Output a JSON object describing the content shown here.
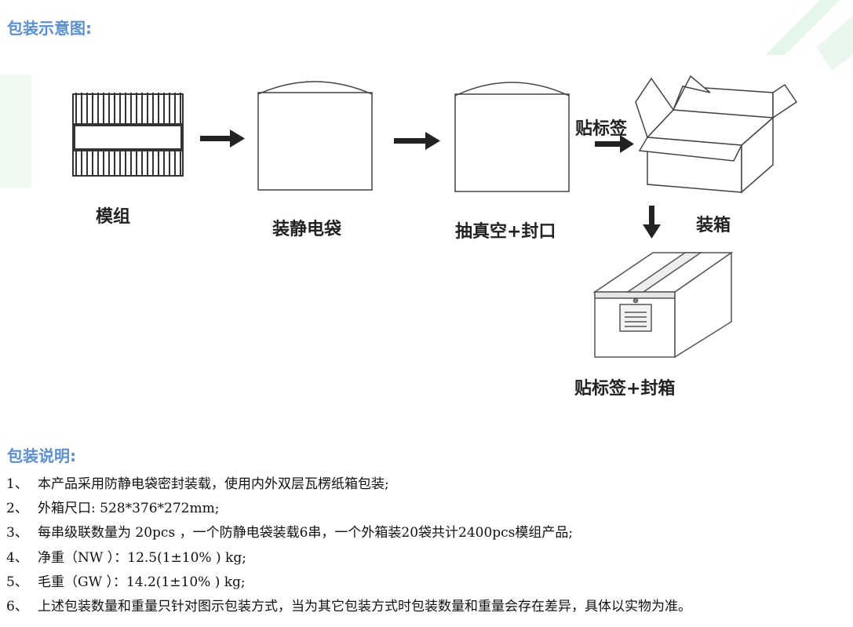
{
  "header": {
    "title": "包装示意图:"
  },
  "diagram": {
    "steps": {
      "module": "模组",
      "static_bag": "装静电袋",
      "vacuum_seal": "抽真空+封口",
      "label_top": "贴标签",
      "boxing": "装箱",
      "label_seal_box": "贴标签+封箱"
    }
  },
  "notes": {
    "title": "包装说明:",
    "items": [
      {
        "num": "1、",
        "text": "本产品采用防静电袋密封装载，使用内外双层瓦楞纸箱包装;"
      },
      {
        "num": "2、",
        "text": "外箱尺口: 528*376*272mm;"
      },
      {
        "num": "3、",
        "text": "每串级联数量为 20pcs ，一个防静电袋装载6串，一个外箱装20袋共计2400pcs模组产品;"
      },
      {
        "num": "4、",
        "text": "净重（NW ）：12.5(1±10% ) kg;"
      },
      {
        "num": "5、",
        "text": "毛重（GW ）：14.2(1±10% ) kg;"
      },
      {
        "num": "6、",
        "text": "上述包装数量和重量只针对图示包装方式，当为其它包装方式时包装数量和重量会存在差异，具体以实物为准。"
      }
    ]
  },
  "colors": {
    "title": "#5b8fd0",
    "accent_green": "#d9f3e1"
  }
}
